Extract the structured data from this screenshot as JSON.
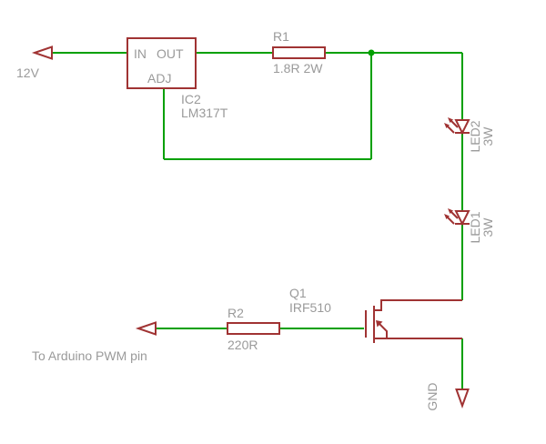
{
  "colors": {
    "background": "#ffffff",
    "wire": "#00a000",
    "symbol": "#a03333",
    "text": "#9a9a9a"
  },
  "schematic": {
    "power": {
      "v12_label": "12V",
      "gnd_label": "GND"
    },
    "ic2": {
      "name": "IC2",
      "value": "LM317T",
      "pin_in": "IN",
      "pin_out": "OUT",
      "pin_adj": "ADJ"
    },
    "r1": {
      "name": "R1",
      "value": "1.8R 2W"
    },
    "r2": {
      "name": "R2",
      "value": "220R"
    },
    "led2": {
      "name": "LED2",
      "value": "3W"
    },
    "led1": {
      "name": "LED1",
      "value": "3W"
    },
    "q1": {
      "name": "Q1",
      "value": "IRF510"
    },
    "annotation": {
      "pwm_note": "To Arduino PWM pin"
    }
  }
}
